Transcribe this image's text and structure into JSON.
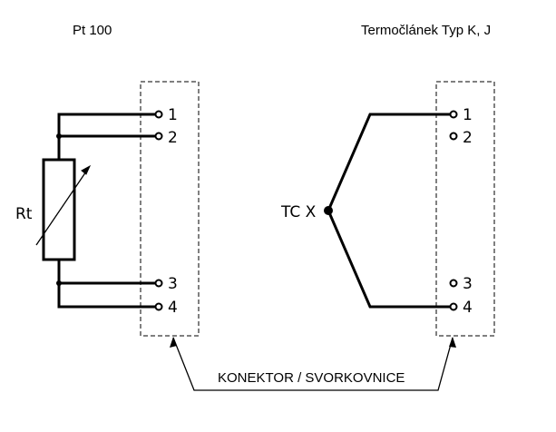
{
  "left": {
    "title": "Pt 100",
    "resistor_label": "Rt",
    "terminals": [
      "1",
      "2",
      "3",
      "4"
    ]
  },
  "right": {
    "title": "Termočlánek Typ K, J",
    "tc_label": "TC X",
    "terminals": [
      "1",
      "2",
      "3",
      "4"
    ]
  },
  "connector_label": "KONEKTOR / SVORKOVNICE",
  "colors": {
    "stroke": "#000000",
    "background": "#ffffff"
  }
}
